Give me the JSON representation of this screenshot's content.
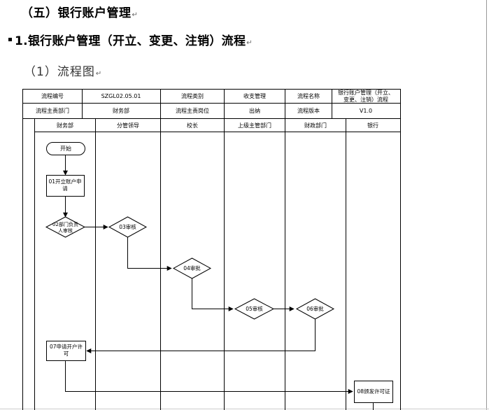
{
  "headings": {
    "section": "（五）银行账户管理",
    "subsection": "1.银行账户管理（开立、变更、注销）流程",
    "item": "（1）流程图",
    "para_mark": "↵"
  },
  "header_table": {
    "row1": {
      "label1": "流程编号",
      "value1": "SZGL02.05.01",
      "label2": "流程类别",
      "value2": "收支管理",
      "label3": "流程名称",
      "value3_line1": "银行账户管理（开立、",
      "value3_line2": "变更、注销）流程"
    },
    "row2": {
      "label1": "流程主责部门",
      "value1": "财务部",
      "label2": "流程主责岗位",
      "value2": "出纳",
      "label3": "流程版本",
      "value3": "V1.0"
    }
  },
  "lanes": [
    "财务部",
    "分管领导",
    "校长",
    "上级主管部门",
    "财政部门",
    "银行"
  ],
  "nodes": {
    "start": "开始",
    "n01_line1": "01开立账户申",
    "n01_line2": "请",
    "n02_line1": "02部门负责",
    "n02_line2": "人审核",
    "n03": "03审核",
    "n04": "04审批",
    "n05": "05审核",
    "n06": "06审批",
    "n07_line1": "07申请开户许",
    "n07_line2": "可",
    "n08": "08颁发许可证"
  }
}
